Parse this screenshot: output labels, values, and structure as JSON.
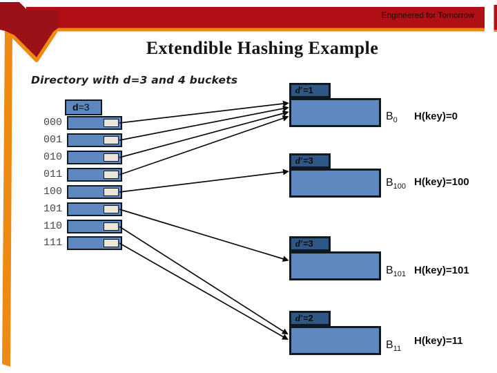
{
  "header": {
    "brand_text": "Engineered for Tomorrow",
    "title": "Extendible Hashing Example"
  },
  "caption": "Directory with d=3 and 4 buckets",
  "directory": {
    "depth_label": {
      "prefix": "d",
      "suffix": "=3"
    },
    "entries": [
      "000",
      "001",
      "010",
      "011",
      "100",
      "101",
      "110",
      "111"
    ]
  },
  "buckets": [
    {
      "local_depth": {
        "prefix": "d′",
        "suffix": "=1"
      },
      "name": {
        "base": "B",
        "sub": "0"
      },
      "hash_label": "H(key)=0"
    },
    {
      "local_depth": {
        "prefix": "d′",
        "suffix": "=3"
      },
      "name": {
        "base": "B",
        "sub": "100"
      },
      "hash_label": "H(key)=100"
    },
    {
      "local_depth": {
        "prefix": "d′",
        "suffix": "=3"
      },
      "name": {
        "base": "B",
        "sub": "101"
      },
      "hash_label": "H(key)=101"
    },
    {
      "local_depth": {
        "prefix": "d′",
        "suffix": "=2"
      },
      "name": {
        "base": "B",
        "sub": "11"
      },
      "hash_label": "H(key)=11"
    }
  ],
  "links": [
    {
      "entry": "000",
      "bucket": "B0"
    },
    {
      "entry": "001",
      "bucket": "B0"
    },
    {
      "entry": "010",
      "bucket": "B0"
    },
    {
      "entry": "011",
      "bucket": "B0"
    },
    {
      "entry": "100",
      "bucket": "B100"
    },
    {
      "entry": "101",
      "bucket": "B101"
    },
    {
      "entry": "110",
      "bucket": "B11"
    },
    {
      "entry": "111",
      "bucket": "B11"
    }
  ],
  "colors": {
    "band_red": "#b01015",
    "flag_red": "#9c1017",
    "orange": "#ee8a12",
    "box_blue": "#5e88bf",
    "tab_blue": "#2f5786",
    "border_dark": "#101820",
    "pointer_beige": "#eae6da",
    "text_black": "#141414"
  }
}
